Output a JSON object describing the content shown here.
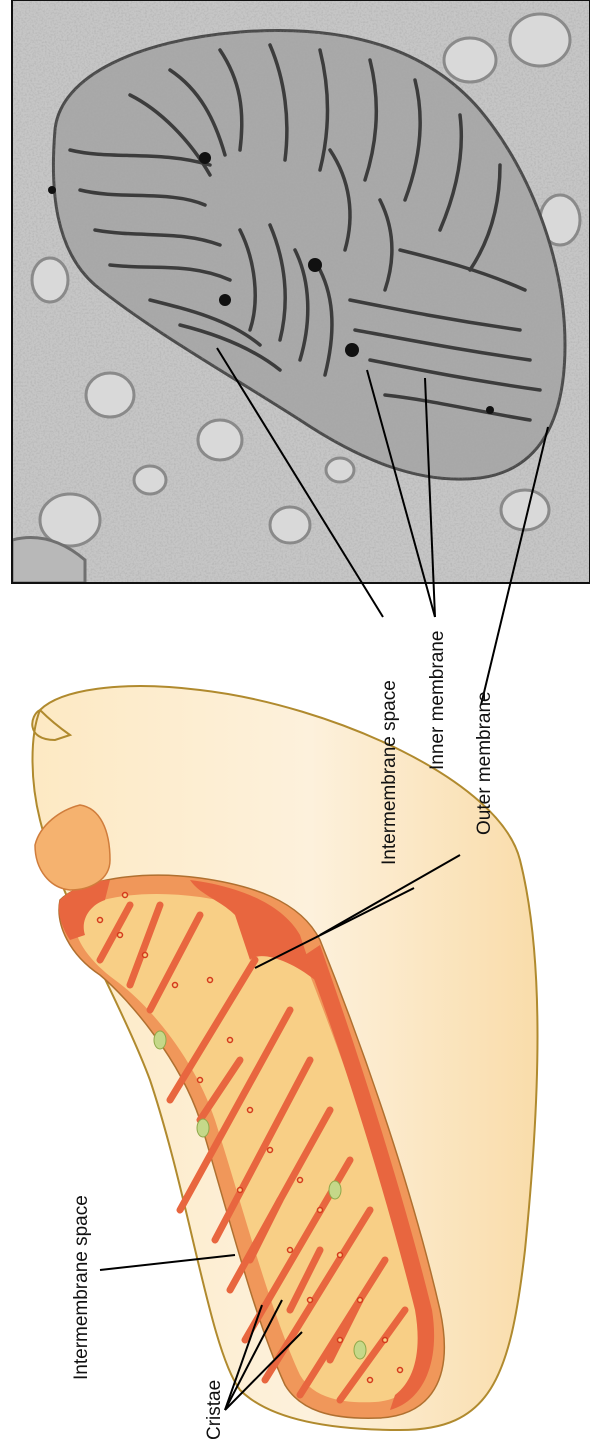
{
  "labels": {
    "intermembrane_space_top": "Intermembrane space",
    "inner_membrane": "Inner membrane",
    "outer_membrane": "Outer membrane",
    "intermembrane_space_bottom": "Intermembrane space",
    "cristae": "Cristae"
  },
  "colors": {
    "outer_body": "#fbe3b5",
    "outer_edge": "#b08a2e",
    "matrix": "#f8cf86",
    "inner_membrane": "#e8663f",
    "intermembrane": "#f0975a",
    "granule": "#d43a1c",
    "green_body": "#c5d889",
    "micrograph_bg": "#c9c9c9"
  }
}
